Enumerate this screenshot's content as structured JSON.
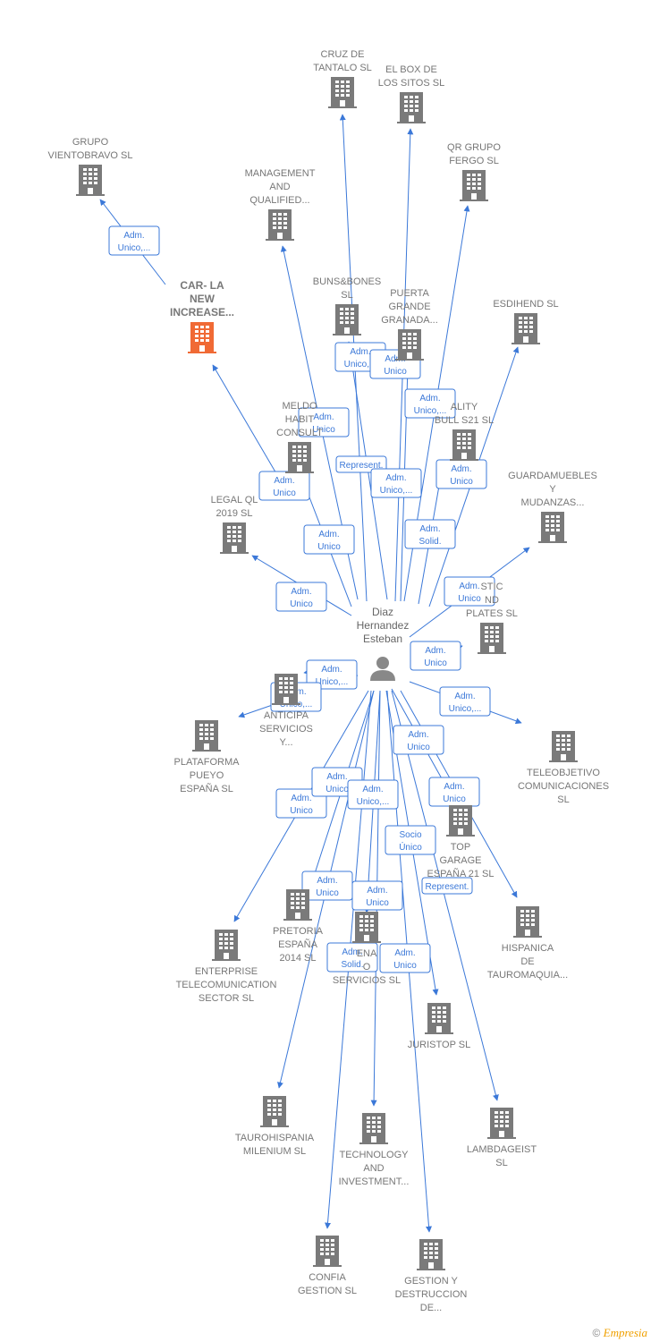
{
  "colors": {
    "accent": "#3b78d8",
    "building": "#7a7a7a",
    "highlight": "#f06a35",
    "person": "#888888"
  },
  "person": {
    "id": "p",
    "lines": [
      "Diaz",
      "Hernandez",
      "Esteban"
    ]
  },
  "companies": [
    {
      "id": "cruz",
      "lines": [
        "CRUZ DE",
        "TANTALO  SL"
      ]
    },
    {
      "id": "elbox",
      "lines": [
        "EL BOX DE",
        "LOS SITOS  SL"
      ]
    },
    {
      "id": "viento",
      "lines": [
        "GRUPO",
        "VIENTOBRAVO SL"
      ]
    },
    {
      "id": "mgmt",
      "lines": [
        "MANAGEMENT",
        "AND",
        "QUALIFIED..."
      ]
    },
    {
      "id": "qr",
      "lines": [
        "QR GRUPO",
        "FERGO  SL"
      ]
    },
    {
      "id": "carla",
      "lines": [
        "CAR- LA",
        "NEW",
        "INCREASE..."
      ],
      "highlight": true
    },
    {
      "id": "buns",
      "lines": [
        "BUNS&BONES",
        "SL"
      ]
    },
    {
      "id": "puerta",
      "lines": [
        "PUERTA",
        "GRANDE",
        "GRANADA..."
      ]
    },
    {
      "id": "esdihend",
      "lines": [
        "ESDIHEND  SL"
      ]
    },
    {
      "id": "meldo",
      "lines": [
        "MELDO",
        "HABIT",
        "CONSULT"
      ]
    },
    {
      "id": "quality",
      "lines": [
        "ALITY",
        "BULL S21  SL"
      ]
    },
    {
      "id": "guarda",
      "lines": [
        "GUARDAMUEBLES",
        "Y",
        "MUDANZAS..."
      ]
    },
    {
      "id": "legal",
      "lines": [
        "LEGAL QL",
        "2019  SL"
      ]
    },
    {
      "id": "plastic",
      "lines": [
        "STIC",
        "ND",
        "PLATES  SL"
      ]
    },
    {
      "id": "anticipa",
      "lines": [
        "ANTICIPA",
        "SERVICIOS",
        "Y..."
      ]
    },
    {
      "id": "plataforma",
      "lines": [
        "PLATAFORMA",
        "PUEYO",
        "ESPAÑA  SL"
      ]
    },
    {
      "id": "teleob",
      "lines": [
        "TELEOBJETIVO",
        "COMUNICACIONES",
        "SL"
      ]
    },
    {
      "id": "topgarage",
      "lines": [
        "TOP",
        "GARAGE",
        "ESPAÑA 21  SL"
      ]
    },
    {
      "id": "enterprise",
      "lines": [
        "ENTERPRISE",
        "TELECOMUNICATION",
        "SECTOR  SL"
      ]
    },
    {
      "id": "pretoria",
      "lines": [
        "PRETORIA",
        "ESPAÑA",
        "2014  SL"
      ]
    },
    {
      "id": "serviciossl",
      "lines": [
        "ENA",
        "O",
        "SERVICIOS  SL"
      ]
    },
    {
      "id": "hispanica",
      "lines": [
        "HISPANICA",
        "DE",
        "TAUROMAQUIA..."
      ]
    },
    {
      "id": "juristop",
      "lines": [
        "JURISTOP SL"
      ]
    },
    {
      "id": "tauro",
      "lines": [
        "TAUROHISPANIA",
        "MILENIUM  SL"
      ]
    },
    {
      "id": "technology",
      "lines": [
        "TECHNOLOGY",
        "AND",
        "INVESTMENT..."
      ]
    },
    {
      "id": "lambda",
      "lines": [
        "LAMBDAGEIST",
        "SL"
      ]
    },
    {
      "id": "confia",
      "lines": [
        "CONFIA",
        "GESTION SL"
      ]
    },
    {
      "id": "gestion",
      "lines": [
        "GESTION Y",
        "DESTRUCCION",
        "DE..."
      ]
    }
  ],
  "edges": [
    {
      "from": "carla",
      "to": "viento",
      "lines": [
        "Adm.",
        "Unico,..."
      ]
    },
    {
      "from": "p",
      "to": "carla",
      "lines": [
        "Adm.",
        "Unico"
      ]
    },
    {
      "from": "p",
      "to": "cruz",
      "lines": [
        "Adm.",
        "Unico,..."
      ]
    },
    {
      "from": "p",
      "to": "elbox",
      "lines": [
        "Adm.",
        "Unico"
      ]
    },
    {
      "from": "p",
      "to": "qr",
      "lines": [
        "Adm.",
        "Unico,..."
      ]
    },
    {
      "from": "p",
      "to": "mgmt",
      "lines": [
        "Adm.",
        "Unico"
      ]
    },
    {
      "from": "p",
      "to": "buns",
      "lines": [
        "Represent."
      ]
    },
    {
      "from": "p",
      "to": "puerta",
      "lines": [
        "Adm.",
        "Unico,..."
      ]
    },
    {
      "from": "p",
      "to": "esdihend",
      "lines": [
        "Adm.",
        "Unico"
      ]
    },
    {
      "from": "p",
      "to": "meldo",
      "lines": [
        "Adm.",
        "Unico"
      ]
    },
    {
      "from": "p",
      "to": "quality",
      "lines": [
        "Adm.",
        "Solid."
      ]
    },
    {
      "from": "p",
      "to": "legal",
      "lines": [
        "Adm.",
        "Unico"
      ]
    },
    {
      "from": "p",
      "to": "guarda",
      "lines": [
        "Adm.",
        "Unico"
      ]
    },
    {
      "from": "p",
      "to": "plastic",
      "lines": [
        "Adm.",
        "Unico"
      ]
    },
    {
      "from": "p",
      "to": "anticipa",
      "lines": [
        "Adm.",
        "Unico,..."
      ]
    },
    {
      "from": "p",
      "to": "plataforma",
      "lines": [
        "Adm.",
        "Unico,..."
      ]
    },
    {
      "from": "p",
      "to": "teleob",
      "lines": [
        "Adm.",
        "Unico,..."
      ]
    },
    {
      "from": "p",
      "to": "topgarage",
      "lines": [
        "Adm.",
        "Unico"
      ]
    },
    {
      "from": "p",
      "to": "hispanica",
      "lines": [
        "Adm.",
        "Unico"
      ]
    },
    {
      "from": "p",
      "to": "enterprise",
      "lines": [
        "Adm.",
        "Unico"
      ]
    },
    {
      "from": "p",
      "to": "pretoria",
      "lines": [
        "Adm.",
        "Unico"
      ]
    },
    {
      "from": "p",
      "to": "serviciossl",
      "lines": [
        "Adm.",
        "Unico,..."
      ]
    },
    {
      "from": "p",
      "to": "juristop",
      "lines": [
        "Socio",
        "Único"
      ]
    },
    {
      "from": "p",
      "to": "tauro",
      "lines": [
        "Adm.",
        "Unico"
      ]
    },
    {
      "from": "p",
      "to": "technology",
      "lines": [
        "Adm.",
        "Unico"
      ]
    },
    {
      "from": "p",
      "to": "lambda",
      "lines": [
        "Represent."
      ]
    },
    {
      "from": "p",
      "to": "confia",
      "lines": [
        "Adm.",
        "Solid."
      ]
    },
    {
      "from": "p",
      "to": "gestion",
      "lines": [
        "Adm.",
        "Unico"
      ]
    }
  ],
  "footer": {
    "copyright": "©",
    "brand": "Empresia"
  }
}
